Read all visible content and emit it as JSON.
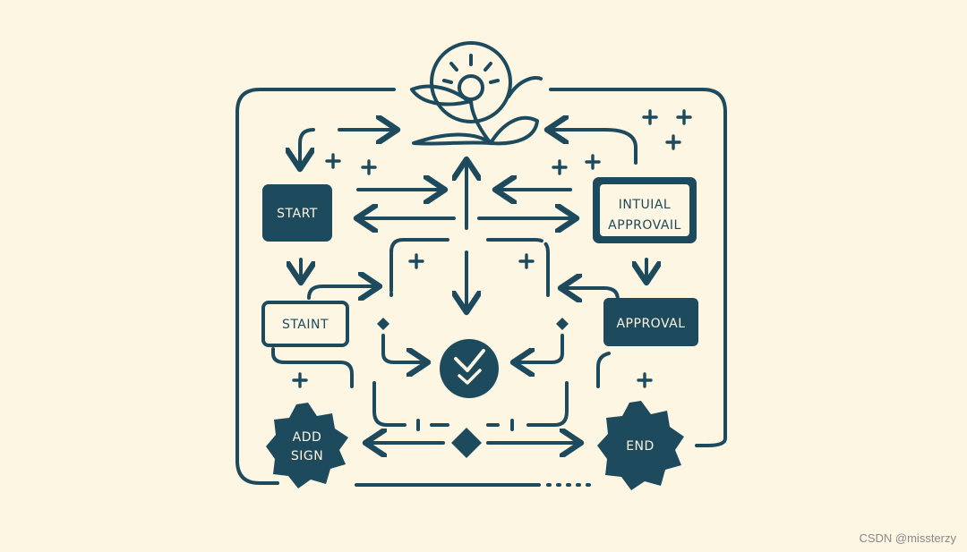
{
  "nodes": {
    "start": "START",
    "initial_approval_line1": "INTUIAL",
    "initial_approval_line2": "APPROVAIL",
    "staint": "STAINT",
    "approval": "APPROVAL",
    "add_sign_line1": "ADD",
    "add_sign_line2": "SIGN",
    "end": "END"
  },
  "watermark": "CSDN @missterzy",
  "colors": {
    "ink": "#1e4a5e",
    "background": "#fcf6e3"
  }
}
